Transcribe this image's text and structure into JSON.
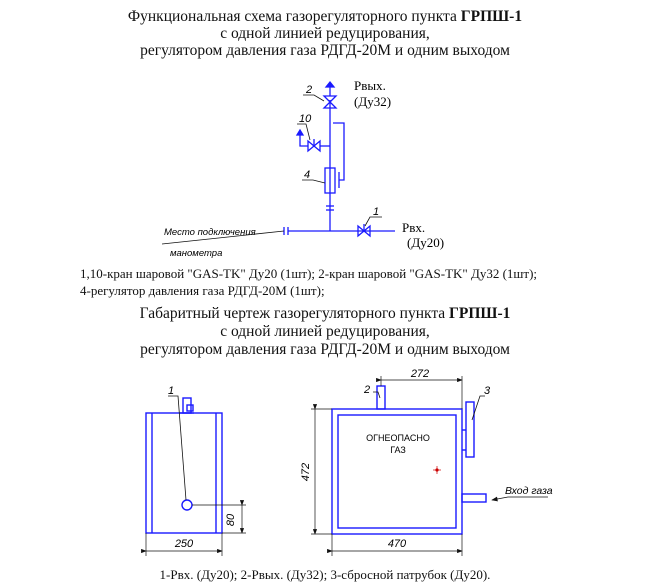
{
  "titles": {
    "scheme_line1_prefix": "Функциональная схема газорегуляторного пункта ",
    "scheme_line1_bold": "ГРПШ-1",
    "scheme_line2": "с одной линией редуцирования,",
    "scheme_line3": "регулятором давления газа РДГД-20М и одним выходом",
    "drawing_line1_prefix": "Габаритный чертеж  газорегуляторного пункта ",
    "drawing_line1_bold": "ГРПШ-1",
    "drawing_line2": "с одной линией редуцирования,",
    "drawing_line3": "регулятором давления газа РДГД-20М и одним выходом"
  },
  "scheme": {
    "callouts": {
      "c1": "1",
      "c2": "2",
      "c4": "4",
      "c10": "10"
    },
    "outlet_label": "Рвых.",
    "outlet_size": "(Ду32)",
    "inlet_label": "Рвх.",
    "inlet_size": "(Ду20)",
    "gauge_label_1": "Место подключения",
    "gauge_label_2": "манометра"
  },
  "legend": {
    "line1": "1,10-кран шаровой \"GAS-TK\" Ду20 (1шт); 2-кран шаровой \"GAS-TK\" Ду32 (1шт);",
    "line2": "4-регулятор давления газа РДГД-20М (1шт);"
  },
  "drawing": {
    "callouts": {
      "c1": "1",
      "c2": "2",
      "c3": "3"
    },
    "dim_250": "250",
    "dim_80": "80",
    "dim_472": "472",
    "dim_272": "272",
    "dim_470": "470",
    "sign_line1": "ОГНЕОПАСНО",
    "sign_line2": "ГАЗ",
    "inlet_label": "Вход газа"
  },
  "caption": "1-Рвх. (Ду20); 2-Рвых. (Ду32); 3-сбросной патрубок (Ду20)."
}
